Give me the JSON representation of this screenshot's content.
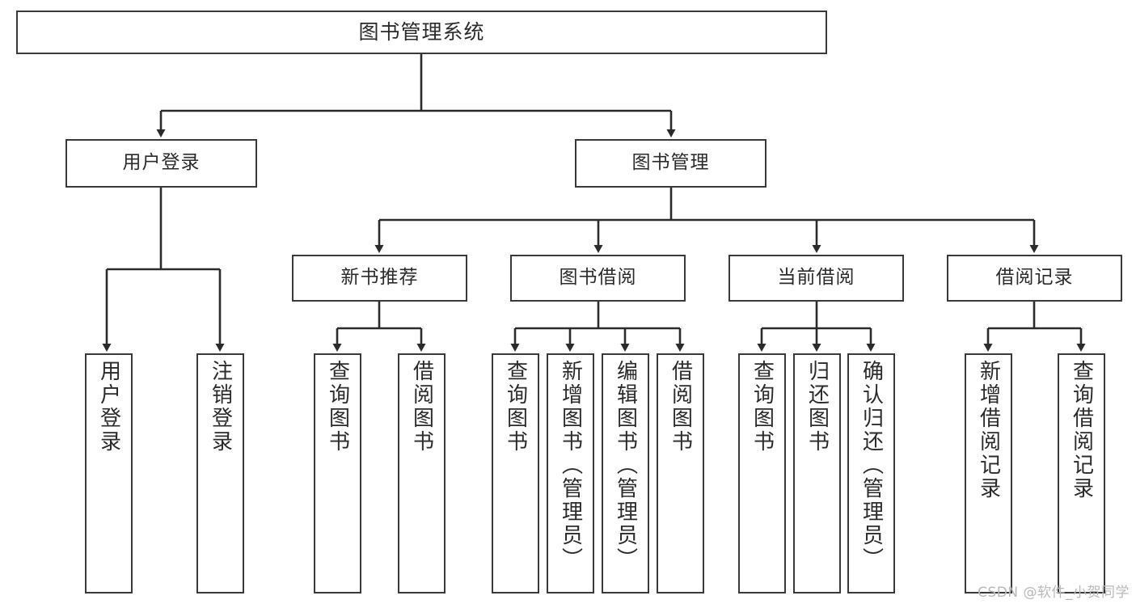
{
  "diagram": {
    "title": "图书管理系统",
    "type": "tree-hierarchy-diagram",
    "colors": {
      "box_border": "#3a3a3a",
      "box_fill": "#ffffff",
      "connector": "#2b2b2b",
      "text": "#2b2b2b",
      "background": "#ffffff",
      "watermark": "#b9b9b9"
    },
    "watermark": "CSDN @软件_小贺同学"
  },
  "nodes": {
    "root": {
      "label": "图书管理系统"
    },
    "level2": [
      {
        "label": "用户登录"
      },
      {
        "label": "图书管理"
      }
    ],
    "level3": [
      {
        "label": "新书推荐"
      },
      {
        "label": "图书借阅"
      },
      {
        "label": "当前借阅"
      },
      {
        "label": "借阅记录"
      }
    ],
    "leaves": {
      "user_login": [
        {
          "label": "用户登录"
        },
        {
          "label": "注销登录"
        }
      ],
      "new_book": [
        {
          "label": "查询图书"
        },
        {
          "label": "借阅图书"
        }
      ],
      "book_borrow": [
        {
          "label": "查询图书"
        },
        {
          "label": "新增图书（管理员）"
        },
        {
          "label": "编辑图书（管理员）"
        },
        {
          "label": "借阅图书"
        }
      ],
      "current_borrow": [
        {
          "label": "查询图书"
        },
        {
          "label": "归还图书"
        },
        {
          "label": "确认归还（管理员）"
        }
      ],
      "borrow_record": [
        {
          "label": "新增借阅记录"
        },
        {
          "label": "查询借阅记录"
        }
      ]
    }
  }
}
